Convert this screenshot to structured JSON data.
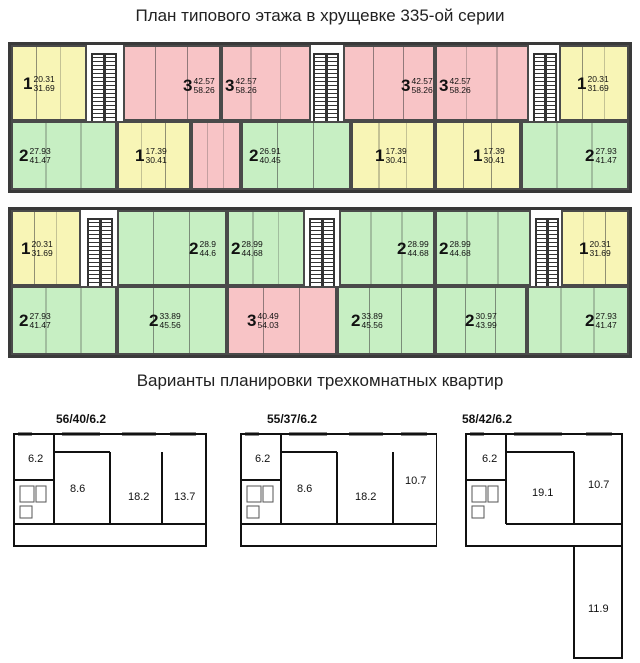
{
  "titles": {
    "top": "План типового этажа в хрущевке 335-ой серии",
    "bottom": "Варианты планировки трехкомнатных квартир"
  },
  "colors": {
    "one_room": "#f8f5b6",
    "two_room": "#c7efc3",
    "three_room": "#f8c4c6",
    "walls": "#3a3a3a"
  },
  "floor_top": {
    "row_upper": [
      {
        "rooms": "1",
        "living": "20.31",
        "total": "31.69",
        "type": "one"
      },
      {
        "rooms": "3",
        "living": "42.57",
        "total": "58.26",
        "type": "three"
      },
      {
        "rooms": "3",
        "living": "42.57",
        "total": "58.26",
        "type": "three"
      },
      {
        "rooms": "3",
        "living": "42.57",
        "total": "58.26",
        "type": "three"
      },
      {
        "rooms": "3",
        "living": "42.57",
        "total": "58.26",
        "type": "three"
      },
      {
        "rooms": "1",
        "living": "20.31",
        "total": "31.69",
        "type": "one"
      }
    ],
    "row_lower": [
      {
        "rooms": "2",
        "living": "27.93",
        "total": "41.47",
        "type": "two"
      },
      {
        "rooms": "1",
        "living": "17.39",
        "total": "30.41",
        "type": "one"
      },
      {
        "rooms": "2",
        "living": "26.91",
        "total": "40.45",
        "type": "two"
      },
      {
        "rooms": "1",
        "living": "17.39",
        "total": "30.41",
        "type": "one"
      },
      {
        "rooms": "1",
        "living": "17.39",
        "total": "30.41",
        "type": "one"
      },
      {
        "rooms": "2",
        "living": "27.93",
        "total": "41.47",
        "type": "two"
      }
    ]
  },
  "floor_bottom": {
    "row_upper": [
      {
        "rooms": "1",
        "living": "20.31",
        "total": "31.69",
        "type": "one"
      },
      {
        "rooms": "2",
        "living": "28.9",
        "total": "44.6",
        "type": "two"
      },
      {
        "rooms": "2",
        "living": "28.99",
        "total": "44.68",
        "type": "two"
      },
      {
        "rooms": "2",
        "living": "28.99",
        "total": "44.68",
        "type": "two"
      },
      {
        "rooms": "2",
        "living": "28.99",
        "total": "44.68",
        "type": "two"
      },
      {
        "rooms": "1",
        "living": "20.31",
        "total": "31.69",
        "type": "one"
      }
    ],
    "row_lower": [
      {
        "rooms": "2",
        "living": "27.93",
        "total": "41.47",
        "type": "two"
      },
      {
        "rooms": "2",
        "living": "33.89",
        "total": "45.56",
        "type": "two"
      },
      {
        "rooms": "3",
        "living": "40.49",
        "total": "54.03",
        "type": "three"
      },
      {
        "rooms": "2",
        "living": "33.89",
        "total": "45.56",
        "type": "two"
      },
      {
        "rooms": "2",
        "living": "30.97",
        "total": "43.99",
        "type": "two"
      },
      {
        "rooms": "2",
        "living": "27.93",
        "total": "41.47",
        "type": "two"
      }
    ]
  },
  "variants": [
    {
      "name": "56/40/6.2",
      "kitchen": "6.2",
      "room_a": "8.6",
      "room_b": "18.2",
      "room_c": "13.7"
    },
    {
      "name": "55/37/6.2",
      "kitchen": "6.2",
      "room_a": "8.6",
      "room_b": "18.2",
      "room_c": "10.7"
    },
    {
      "name": "58/42/6.2",
      "kitchen": "6.2",
      "room_a": "19.1",
      "room_b": "10.7",
      "room_c": "11.9"
    }
  ]
}
